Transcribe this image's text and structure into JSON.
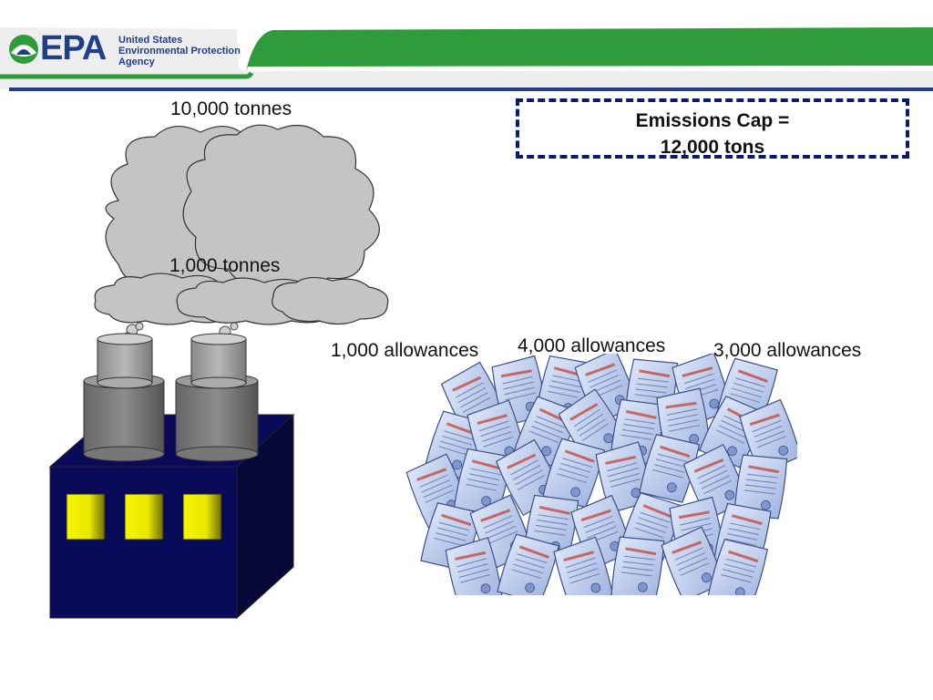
{
  "header": {
    "logo_text": "EPA",
    "agency_lines": [
      "United States",
      "Environmental Protection",
      "Agency"
    ],
    "colors": {
      "green": "#2f9b3a",
      "blue": "#1f3f8c"
    }
  },
  "labels": {
    "big_cloud": "10,000 tonnes",
    "small_cloud": "1,000 tonnes",
    "allowances_left": "1,000 allowances",
    "allowances_mid": "4,000 allowances",
    "allowances_right": "3,000 allowances"
  },
  "cap": {
    "line1": "Emissions Cap =",
    "line2": "12,000 tons"
  }
}
